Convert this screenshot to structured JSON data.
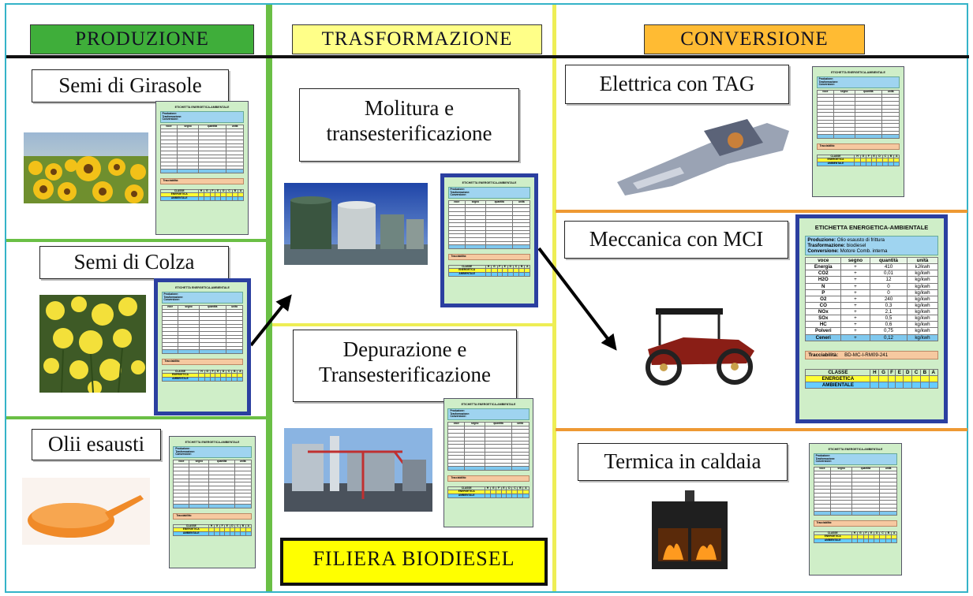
{
  "headers": {
    "produzione": "PRODUZIONE",
    "trasformazione": "TRASFORMAZIONE",
    "conversione": "CONVERSIONE",
    "filiera": "FILIERA BIODIESEL"
  },
  "production": [
    {
      "title": "Semi di Girasole",
      "image": "sunflower-field-photo"
    },
    {
      "title": "Semi di Colza",
      "image": "rapeseed-flowers-photo"
    },
    {
      "title": "Olii esausti",
      "image": "frying-pan-photo"
    }
  ],
  "transformation": [
    {
      "title_line1": "Molitura e",
      "title_line2": "transesterificazione",
      "image": "oil-storage-tanks-photo"
    },
    {
      "title_line1": "Depurazione e",
      "title_line2": "Transesterificazione",
      "image": "biodiesel-plant-photo"
    }
  ],
  "conversion": [
    {
      "title": "Elettrica con TAG",
      "image": "gas-turbine-photo"
    },
    {
      "title": "Meccanica con MCI",
      "image": "vintage-car-photo"
    },
    {
      "title": "Termica in caldaia",
      "image": "fireplace-boiler-photo"
    }
  ],
  "label_common": {
    "title": "ETICHETTA ENERGETICA-AMBIENTALE",
    "produzione_key": "Produzione:",
    "trasformazione_key": "Trasformazione:",
    "conversione_key": "Conversione:",
    "col_voce": "voce",
    "col_segno": "segno",
    "col_quantita": "quantità",
    "col_unita": "unità",
    "tracciabilita_key": "Tracciabilità:",
    "classe": "CLASSE",
    "energetica": "ENERGETICA",
    "ambientale": "AMBIENTALE",
    "class_letters": [
      "H",
      "G",
      "F",
      "E",
      "D",
      "C",
      "B",
      "A"
    ]
  },
  "main_label": {
    "produzione_value": "Olio esausto di frittura",
    "trasformazione_value": "biodiesel",
    "conversione_value": "Motore Comb. interna",
    "rows": [
      {
        "voce": "Energia",
        "segno": "+",
        "quantita": "410",
        "unita": "kJ/kwh"
      },
      {
        "voce": "CO2",
        "segno": "+",
        "quantita": "0,01",
        "unita": "kg/kwh"
      },
      {
        "voce": "H2O",
        "segno": "+",
        "quantita": "12",
        "unita": "kg/kwh"
      },
      {
        "voce": "N",
        "segno": "+",
        "quantita": "0",
        "unita": "kg/kwh"
      },
      {
        "voce": "P",
        "segno": "+",
        "quantita": "0",
        "unita": "kg/kwh"
      },
      {
        "voce": "O2",
        "segno": "+",
        "quantita": "240",
        "unita": "kg/kwh"
      },
      {
        "voce": "CO",
        "segno": "+",
        "quantita": "0,3",
        "unita": "kg/kwh"
      },
      {
        "voce": "NOx",
        "segno": "+",
        "quantita": "2,1",
        "unita": "kg/kwh"
      },
      {
        "voce": "SOx",
        "segno": "+",
        "quantita": "0,5",
        "unita": "kg/kwh"
      },
      {
        "voce": "HC",
        "segno": "+",
        "quantita": "0,6",
        "unita": "kg/kwh"
      },
      {
        "voce": "Polveri",
        "segno": "+",
        "quantita": "0,75",
        "unita": "kg/kwh"
      },
      {
        "voce": "Ceneri",
        "segno": "+",
        "quantita": "0,12",
        "unita": "kg/kwh"
      }
    ],
    "tracciabilita_value": "BD-MC-I-RM09-241"
  },
  "colors": {
    "produzione_header": "#3fae3a",
    "trasformazione_header": "#ffff80",
    "conversione_header": "#ffbb33",
    "filiera_header": "#ffff00",
    "green_divider": "#6abf45",
    "yellow_divider": "#eeee55",
    "orange_divider": "#ee9933",
    "frame": "#34b3c8"
  }
}
